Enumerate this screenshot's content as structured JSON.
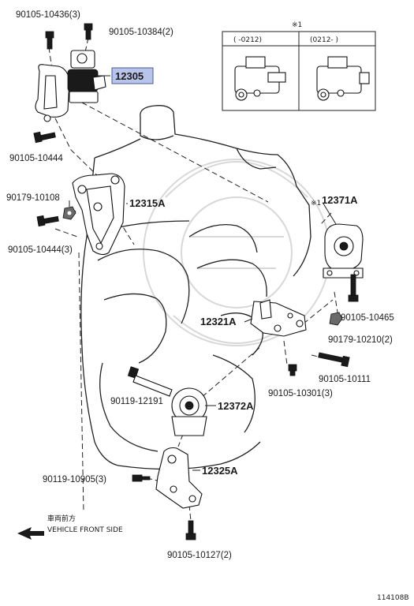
{
  "labels": {
    "bolt_top_left": "90105-10436(3)",
    "bolt_top_right": "90105-10384(2)",
    "part_mount_top": "12305",
    "bolt_left_1": "90105-10444",
    "nut_left": "90179-10108",
    "bracket_left": "12315A",
    "bolt_left_2": "90105-10444(3)",
    "mount_right": "12371A",
    "mount_right_note": "※1",
    "bracket_right": "12321A",
    "bolt_right_1": "90105-10465",
    "nut_right": "90179-10210(2)",
    "bolt_right_2": "90105-10111",
    "bolt_right_3": "90105-10301(3)",
    "bolt_front": "90119-12191",
    "mount_front": "12372A",
    "bolt_lower_left": "90119-10905(3)",
    "bracket_lower": "12325A",
    "bolt_bottom": "90105-10127(2)",
    "vehicle_front_jp": "車両前方",
    "vehicle_front_en": "VEHICLE FRONT SIDE",
    "figure_code": "114108B"
  },
  "inset": {
    "note": "※1",
    "col_left": "(      -0212)",
    "col_right": "(0212-       )"
  }
}
